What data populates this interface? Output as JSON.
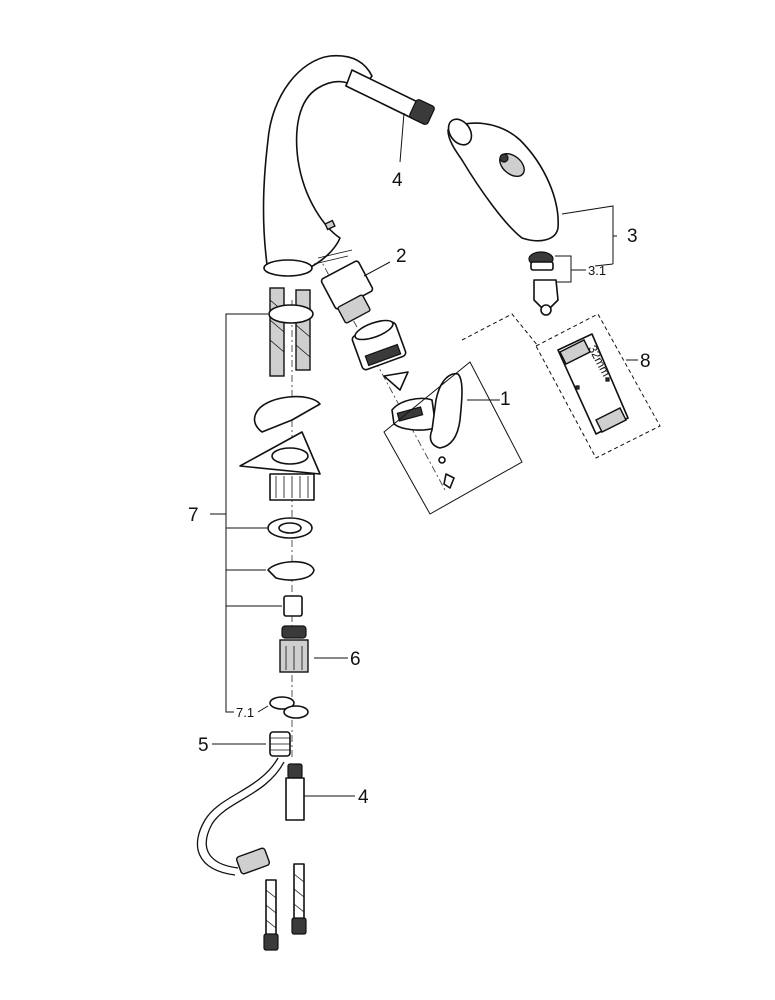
{
  "callouts": {
    "c1": "1",
    "c2": "2",
    "c3": "3",
    "c3_1": "3.1",
    "c4_top": "4",
    "c4_bottom": "4",
    "c5": "5",
    "c6": "6",
    "c7": "7",
    "c7_1": "7.1",
    "c8": "8"
  },
  "tool_dimension": "32mm",
  "colors": {
    "line": "#111111",
    "background": "#ffffff",
    "part_fill_gray": "#cfcfcf"
  }
}
